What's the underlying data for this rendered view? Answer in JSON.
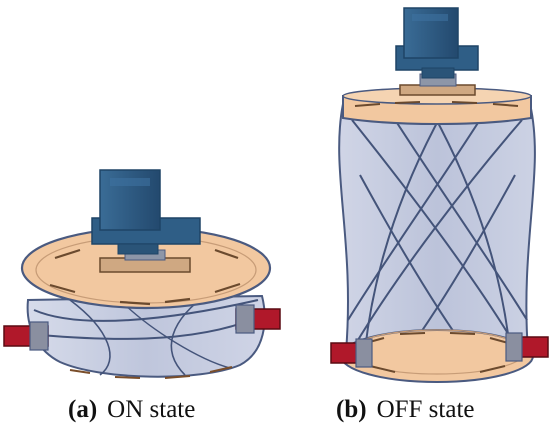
{
  "panels": [
    {
      "tag": "(a)",
      "label": "ON state"
    },
    {
      "tag": "(b)",
      "label": "OFF state"
    }
  ],
  "colors": {
    "motor": "#2f5e86",
    "motor_dark": "#1e4466",
    "plate": "#f2c8a0",
    "plate_stroke": "#9a9aa8",
    "shell": "#c6cce0",
    "strut": "#44547a",
    "clamp": "#b0182a"
  },
  "icons": [
    "motor-icon",
    "clamp-icon"
  ]
}
